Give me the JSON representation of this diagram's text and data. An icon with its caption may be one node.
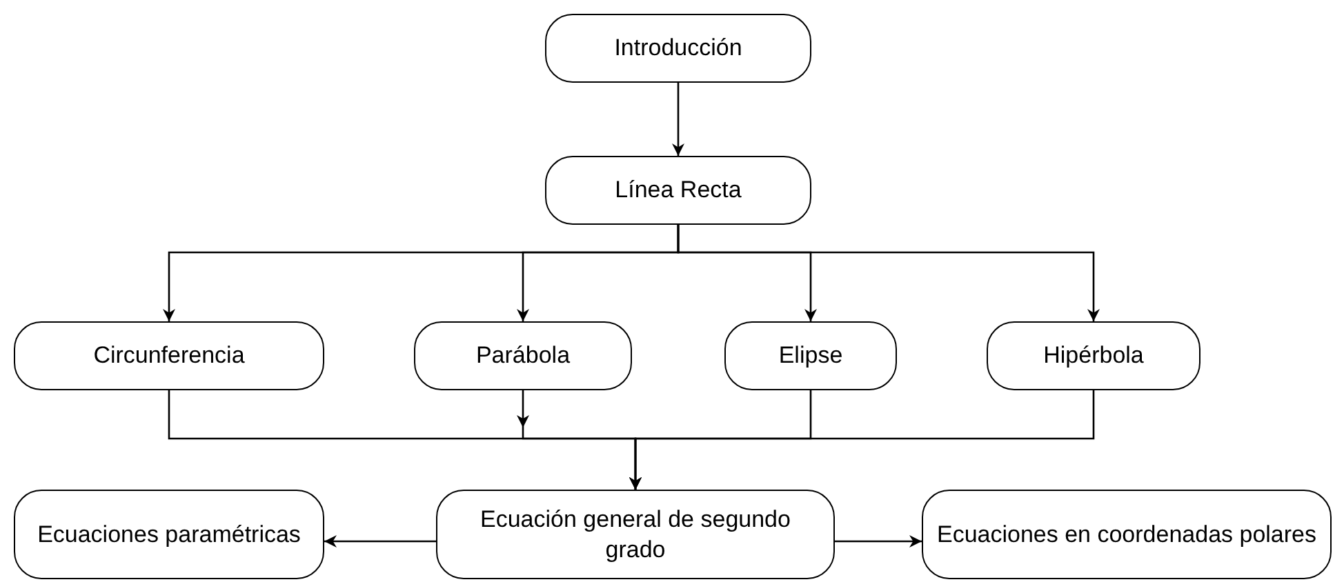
{
  "diagram": {
    "nodes": [
      {
        "text": [
          "Introducción"
        ]
      },
      {
        "text": [
          "Línea Recta"
        ]
      },
      {
        "text": [
          "Circunferencia"
        ]
      },
      {
        "text": [
          "Parábola"
        ]
      },
      {
        "text": [
          "Elipse"
        ]
      },
      {
        "text": [
          "Hipérbola"
        ]
      },
      {
        "text": [
          "Ecuación general de segundo grado"
        ]
      },
      {
        "text": [
          "Ecuaciones paramétricas"
        ]
      },
      {
        "text": [
          "Ecuaciones en coordenadas polares"
        ]
      }
    ],
    "edges": [
      {
        "from": 0,
        "to": 1,
        "arrow": "to"
      },
      {
        "from": 1,
        "to": 2,
        "arrow": "to"
      },
      {
        "from": 1,
        "to": 3,
        "arrow": "to"
      },
      {
        "from": 1,
        "to": 4,
        "arrow": "to"
      },
      {
        "from": 1,
        "to": 5,
        "arrow": "to"
      },
      {
        "from": 2,
        "to": 6,
        "arrow": "to"
      },
      {
        "from": 3,
        "to": 6,
        "arrow": "to"
      },
      {
        "from": 4,
        "to": 6,
        "arrow": "to"
      },
      {
        "from": 5,
        "to": 6,
        "arrow": "to"
      },
      {
        "from": 6,
        "to": 7,
        "arrow": "to"
      },
      {
        "from": 6,
        "to": 8,
        "arrow": "to"
      }
    ]
  }
}
